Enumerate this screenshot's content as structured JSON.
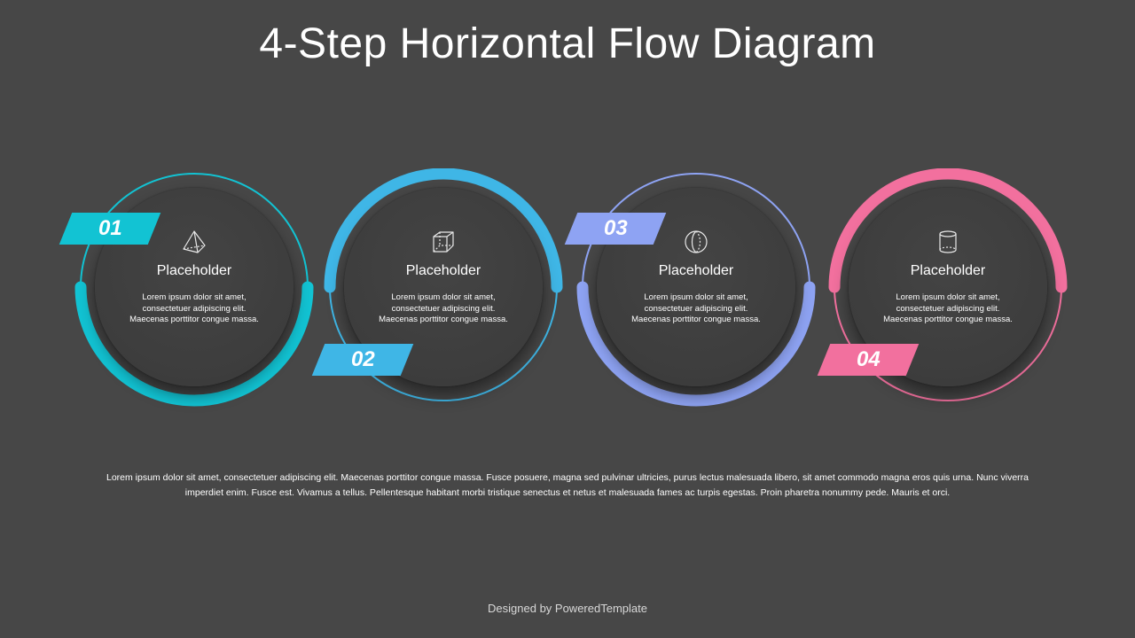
{
  "title": "4-Step Horizontal Flow Diagram",
  "steps": [
    {
      "number": "01",
      "heading": "Placeholder",
      "text": "Lorem ipsum dolor sit amet, consectetuer adipiscing elit. Maecenas porttitor congue massa.",
      "icon": "pyramid-icon",
      "color": "#12c3d3"
    },
    {
      "number": "02",
      "heading": "Placeholder",
      "text": "Lorem ipsum dolor sit amet, consectetuer adipiscing elit. Maecenas porttitor congue massa.",
      "icon": "cube-icon",
      "color": "#3fb6e6"
    },
    {
      "number": "03",
      "heading": "Placeholder",
      "text": "Lorem ipsum dolor sit amet, consectetuer adipiscing elit. Maecenas porttitor congue massa.",
      "icon": "sphere-icon",
      "color": "#8ea3f3"
    },
    {
      "number": "04",
      "heading": "Placeholder",
      "text": "Lorem ipsum dolor sit amet, consectetuer adipiscing elit. Maecenas porttitor congue massa.",
      "icon": "cylinder-icon",
      "color": "#f2709e"
    }
  ],
  "description": "Lorem ipsum dolor sit amet, consectetuer adipiscing elit. Maecenas porttitor congue massa. Fusce posuere, magna sed pulvinar ultricies, purus lectus malesuada libero, sit amet commodo magna eros quis urna. Nunc viverra imperdiet enim. Fusce est. Vivamus a tellus. Pellentesque habitant morbi tristique senectus et netus et malesuada fames ac turpis egestas. Proin pharetra nonummy pede. Mauris et orci.",
  "footer": "Designed by PoweredTemplate"
}
